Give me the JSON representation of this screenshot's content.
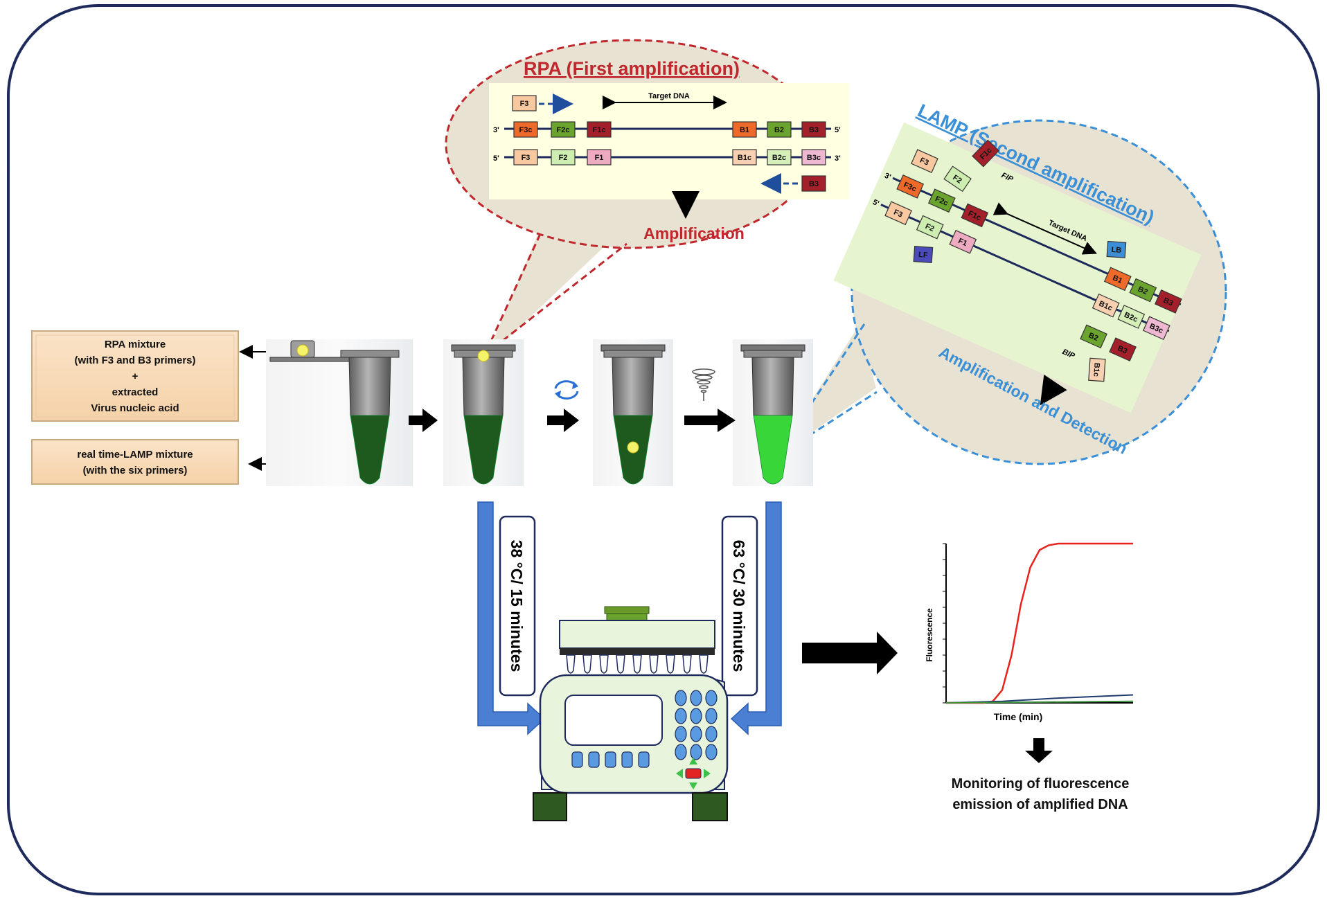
{
  "left_boxes": {
    "rpa_mixture": [
      "RPA mixture",
      "(with F3 and B3 primers)",
      "+",
      "extracted",
      "Virus nucleic acid"
    ],
    "lamp_mixture": [
      "real time-LAMP mixture",
      "(with the six primers)"
    ]
  },
  "rpa_bubble": {
    "title": "RPA  (First amplification)",
    "target_label": "Target DNA",
    "outcome": "Amplification",
    "prime_3": "3'",
    "prime_5": "5'",
    "top_strand": [
      "F3c",
      "F2c",
      "F1c",
      "B1",
      "B2",
      "B3"
    ],
    "bottom_strand": [
      "F3",
      "F2",
      "F1",
      "B1c",
      "B2c",
      "B3c"
    ],
    "forward_primer": "F3",
    "reverse_primer": "B3"
  },
  "lamp_bubble": {
    "title": "LAMP (Second amplification)",
    "target_label": "Target DNA",
    "outcome": "Amplification and Detection",
    "fip_label": "FIP",
    "bip_label": "BIP",
    "prime_3": "3'",
    "prime_5": "5'",
    "fip_blocks": [
      "F1c",
      "F3",
      "F2"
    ],
    "top_strand": [
      "F3c",
      "F2c",
      "F1c",
      "B1",
      "B2",
      "B3"
    ],
    "bottom_strand": [
      "F3",
      "F2",
      "F1",
      "B1c",
      "B2c",
      "B3c"
    ],
    "loop_primers": [
      "LF",
      "LB"
    ],
    "bip_blocks": [
      "B2",
      "B3",
      "B1c"
    ]
  },
  "incubation": {
    "rpa_condition": "38 °C/ 15 minutes",
    "lamp_condition": "63 °C/ 30 minutes"
  },
  "chart_data": {
    "type": "line",
    "xlabel": "Time (min)",
    "ylabel": "Fluorescence",
    "xlim": [
      0,
      100
    ],
    "ylim": [
      0,
      100
    ],
    "series": [
      {
        "color": "#e8231b",
        "x": [
          0,
          20,
          25,
          30,
          35,
          40,
          45,
          50,
          55,
          60,
          70,
          80,
          90,
          100
        ],
        "y": [
          0,
          0,
          1,
          8,
          30,
          62,
          85,
          96,
          99,
          100,
          100,
          100,
          100,
          100
        ]
      },
      {
        "color": "#1f3b6e",
        "x": [
          0,
          30,
          60,
          100
        ],
        "y": [
          0,
          1,
          3,
          5
        ]
      },
      {
        "color": "#3b8f3b",
        "x": [
          0,
          50,
          100
        ],
        "y": [
          0,
          0.5,
          1
        ]
      }
    ]
  },
  "result_text": [
    "Monitoring of fluorescence",
    "emission of amplified DNA"
  ],
  "colors": {
    "rpa_red": "#c0282d",
    "lamp_blue": "#3a8fd6",
    "tube_green": "#1e5a1e",
    "tube_bright_green": "#39d63a",
    "arrow_blue": "#4a7fd4"
  }
}
